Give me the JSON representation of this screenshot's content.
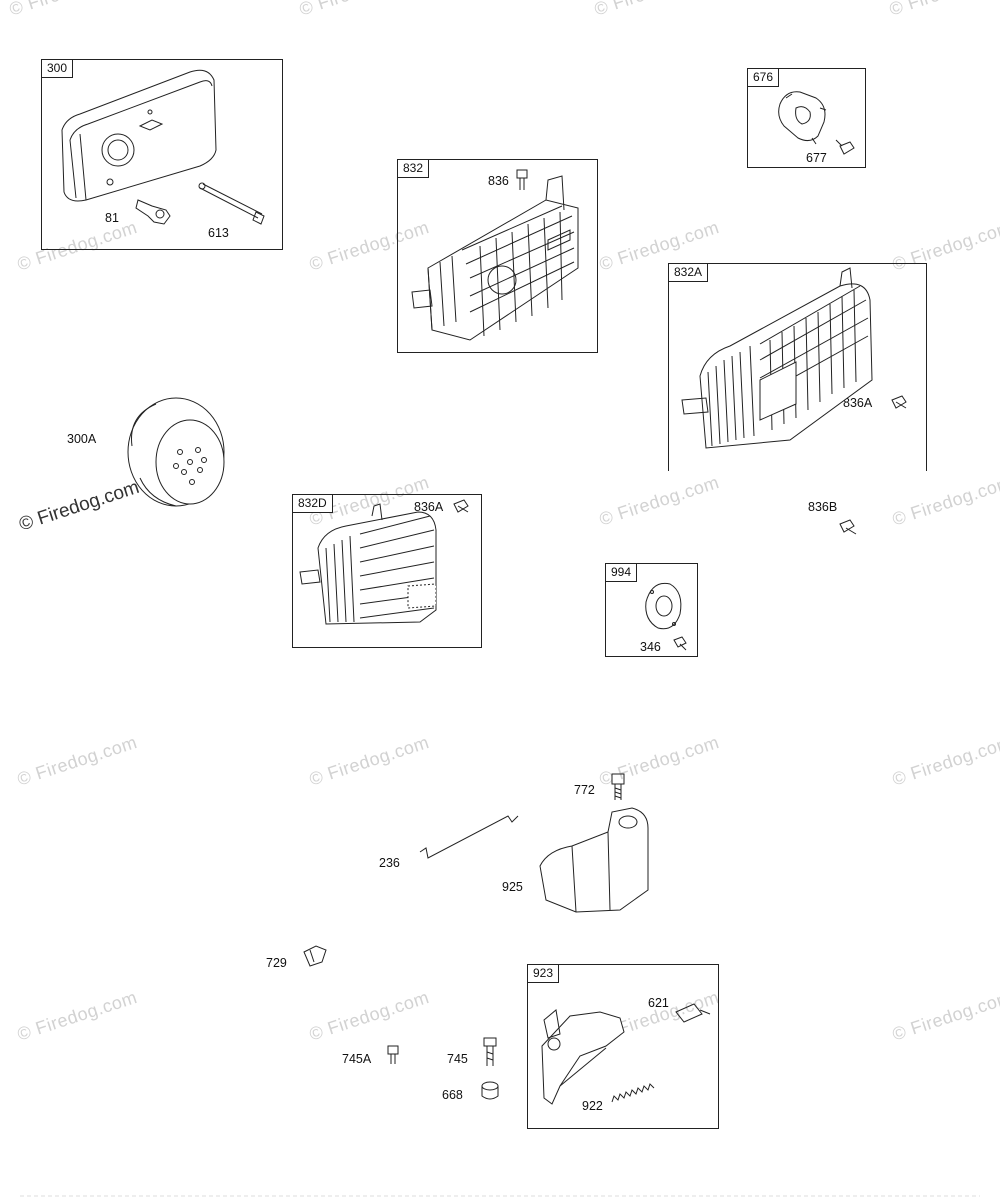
{
  "watermark": "© Firedog.com",
  "boxes": {
    "b300": "300",
    "b832": "832",
    "b676": "676",
    "b832A": "832A",
    "b832D": "832D",
    "b994": "994",
    "b923": "923"
  },
  "labels": {
    "l81": "81",
    "l613": "613",
    "l836": "836",
    "l677": "677",
    "l836A_1": "836A",
    "l300A": "300A",
    "l836A_2": "836A",
    "l836B": "836B",
    "l346": "346",
    "l772": "772",
    "l236": "236",
    "l925": "925",
    "l729": "729",
    "l621": "621",
    "l745A": "745A",
    "l745": "745",
    "l668": "668",
    "l922": "922"
  }
}
